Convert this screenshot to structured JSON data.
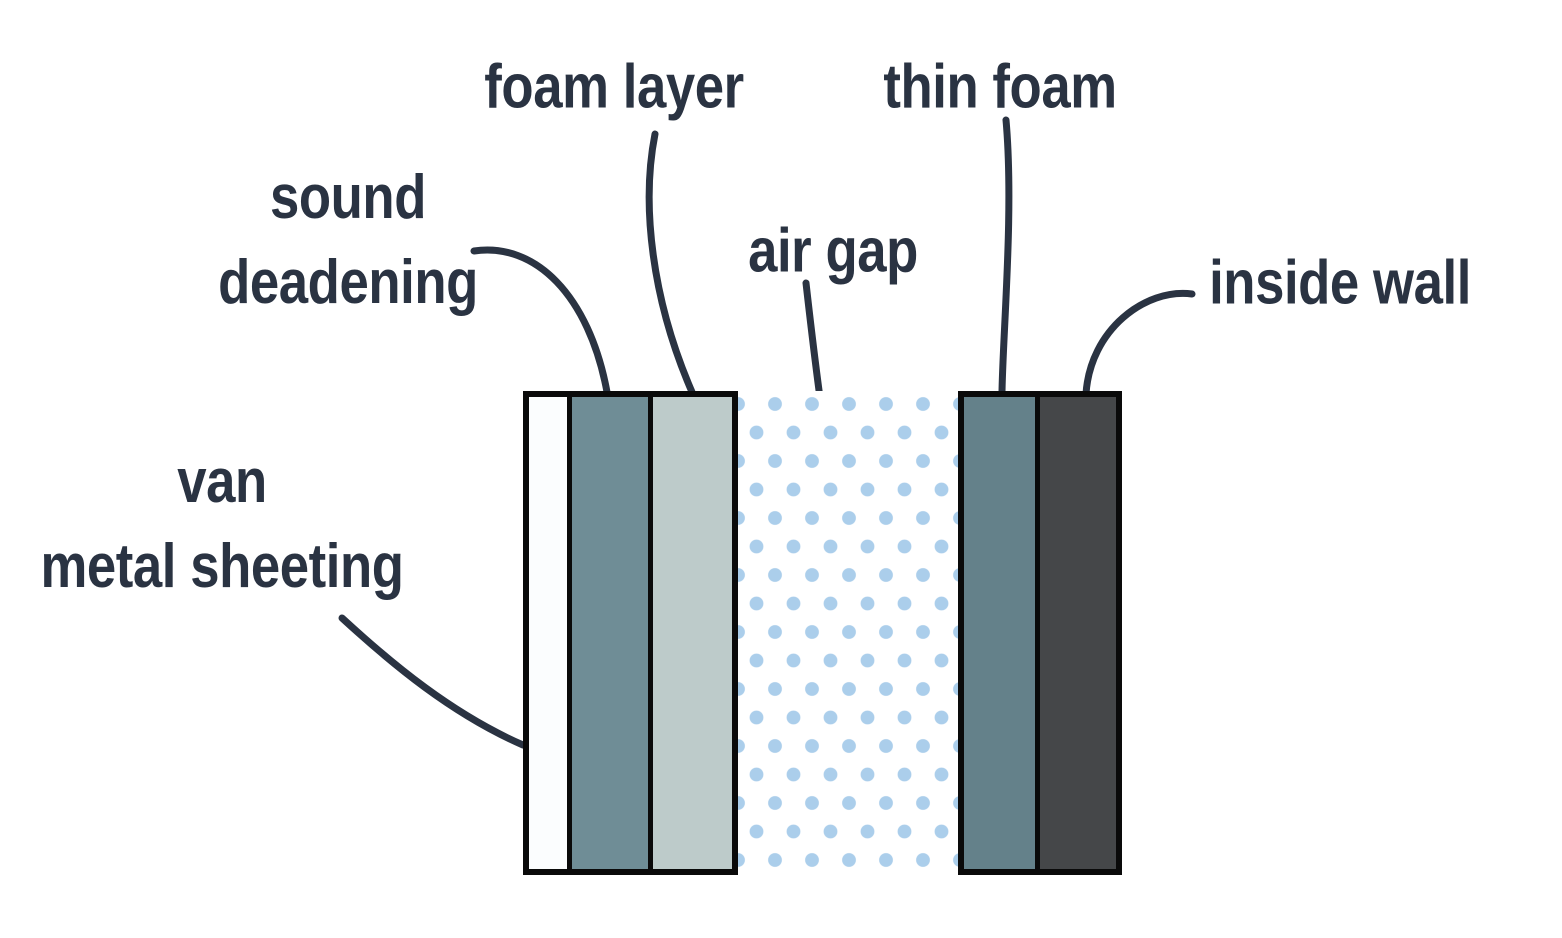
{
  "figure": {
    "background": "#ffffff",
    "ink_color": "#2a3342",
    "border_color": "#0a0a0a",
    "labels": {
      "foam_layer": "foam layer",
      "thin_foam": "thin foam",
      "sound_deadening": {
        "line1": "sound",
        "line2": "deadening"
      },
      "air_gap": "air gap",
      "inside_wall": "inside wall",
      "van_metal_sheeting": {
        "line1": "van",
        "line2": "metal sheeting"
      }
    },
    "wall_section": {
      "outer_stack": {
        "layers": [
          {
            "name": "van metal sheeting",
            "color": "#fbfdfe"
          },
          {
            "name": "sound deadening",
            "color": "#6f8d96"
          },
          {
            "name": "foam layer",
            "color": "#bdcbca"
          }
        ]
      },
      "air_gap": {
        "name": "air gap",
        "dot_color": "#abceeb"
      },
      "inner_stack": {
        "layers": [
          {
            "name": "thin foam",
            "color": "#64818a"
          },
          {
            "name": "inside wall",
            "color": "#454749"
          }
        ]
      }
    }
  }
}
